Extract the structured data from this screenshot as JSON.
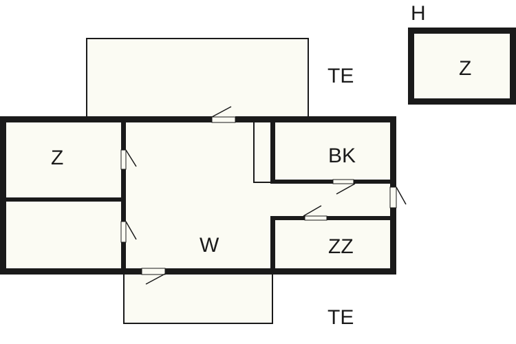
{
  "floorplan": {
    "labels": {
      "shed_header": "H",
      "shed_room": "Z",
      "terrace_top": "TE",
      "terrace_bottom": "TE",
      "bedroom": "Z",
      "bathroom": "BK",
      "living": "W",
      "small_room": "ZZ"
    }
  },
  "colors": {
    "wall": "#1a1a1a",
    "floor": "#fbfbf3",
    "background": "#ffffff"
  }
}
